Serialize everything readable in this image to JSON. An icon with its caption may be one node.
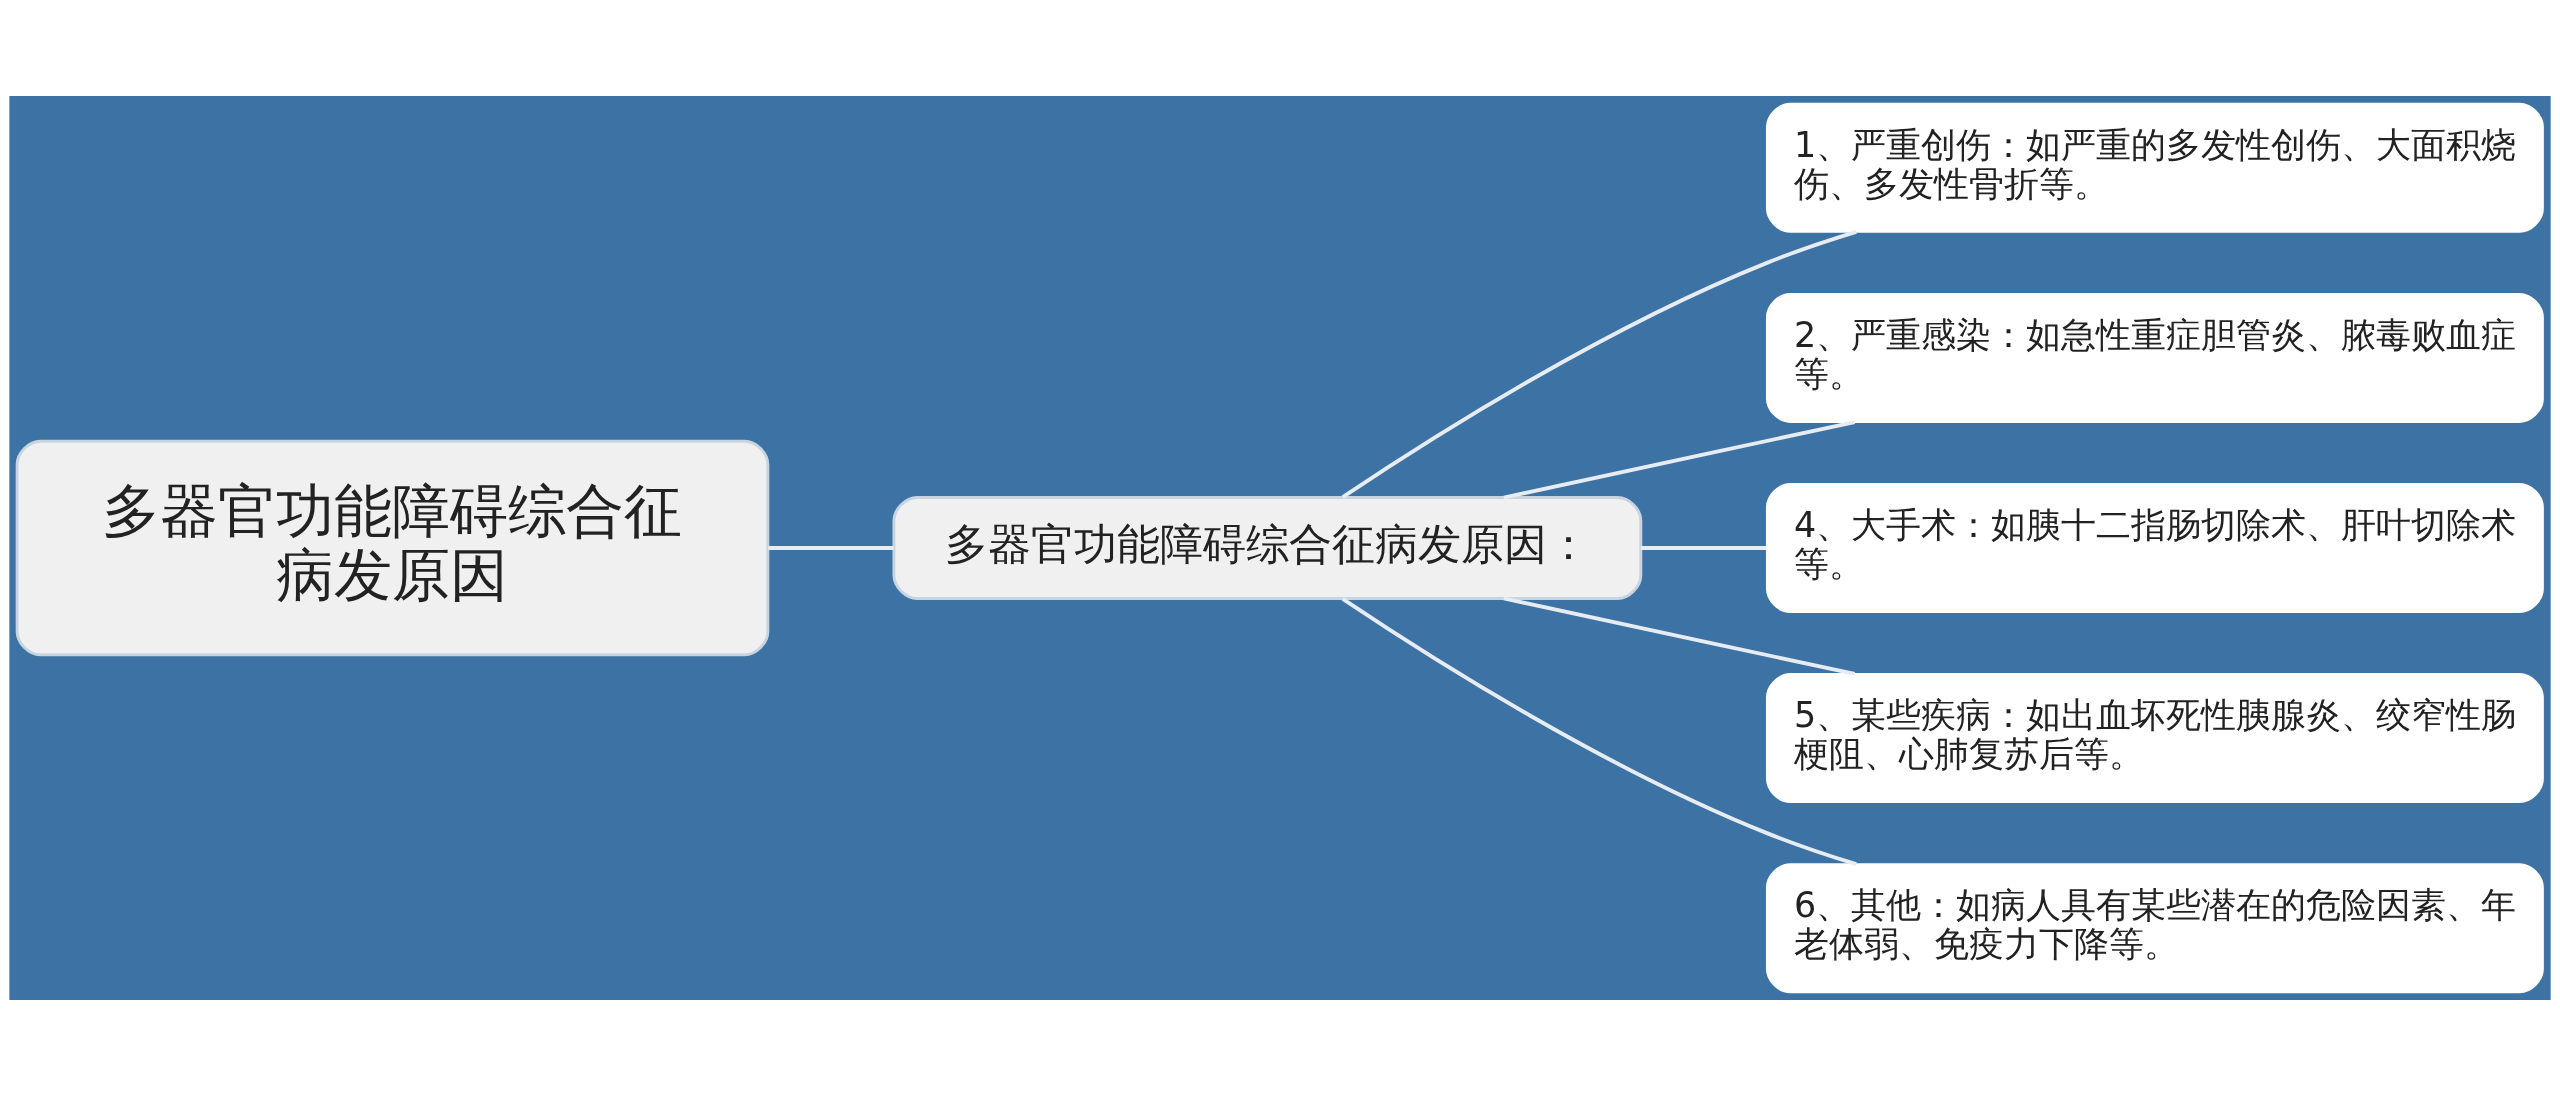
{
  "diagram": {
    "nodes": [
      {
        "text": [
          "多器官功能障碍综合征病发原因"
        ]
      },
      {
        "text": [
          "多器官功能障碍综合征病发原因："
        ]
      },
      {
        "text": [
          "1、严重创伤：如严重的多发性创伤、大面积烧伤、多发性骨折等。"
        ]
      },
      {
        "text": [
          "2、严重感染：如急性重症胆管炎、脓毒败血症等。"
        ]
      },
      {
        "text": [
          "4、大手术：如胰十二指肠切除术、肝叶切除术等。"
        ]
      },
      {
        "text": [
          "5、某些疾病：如出血坏死性胰腺炎、绞窄性肠梗阻、心肺复苏后等。"
        ]
      },
      {
        "text": [
          "6、其他：如病人具有某些潜在的危险因素、年老体弱、免疫力下降等。"
        ]
      }
    ],
    "edges": [
      {
        "from": 0,
        "to": 1,
        "arrow": "none"
      },
      {
        "from": 1,
        "to": 2,
        "arrow": "none"
      },
      {
        "from": 1,
        "to": 3,
        "arrow": "none"
      },
      {
        "from": 1,
        "to": 4,
        "arrow": "none"
      },
      {
        "from": 1,
        "to": 5,
        "arrow": "none"
      },
      {
        "from": 1,
        "to": 6,
        "arrow": "none"
      }
    ]
  }
}
